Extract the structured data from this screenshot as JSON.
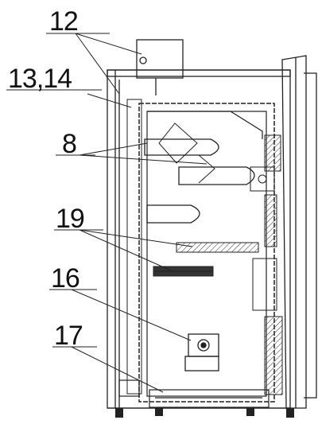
{
  "diagram": {
    "callouts": [
      {
        "id": "12",
        "label": "12"
      },
      {
        "id": "13-14",
        "label": "13,14"
      },
      {
        "id": "8",
        "label": "8"
      },
      {
        "id": "19",
        "label": "19"
      },
      {
        "id": "16",
        "label": "16"
      },
      {
        "id": "17",
        "label": "17"
      }
    ]
  }
}
